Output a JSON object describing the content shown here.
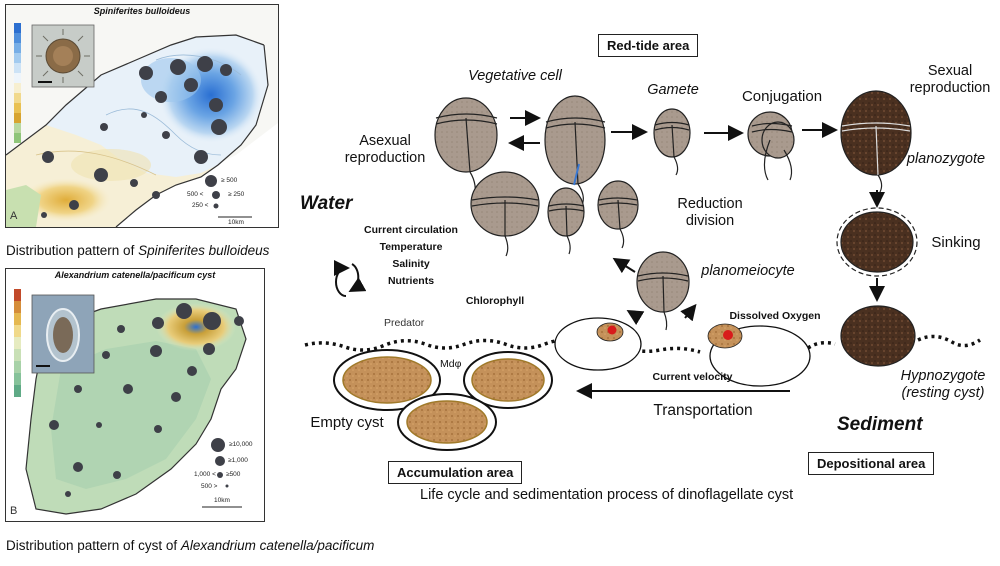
{
  "map_a": {
    "title": "Spiniferites bulloideus",
    "letter": "A",
    "legend": [
      "≥ 500",
      "≥ 250",
      "500 <",
      "250 <"
    ],
    "scale": "10km",
    "caption_prefix": "Distribution pattern of ",
    "caption_species": "Spiniferites bulloideus",
    "color_scale": [
      "#2c6fd0",
      "#4f8fdc",
      "#77aee6",
      "#a3cbef",
      "#cde3f6",
      "#eef5fb",
      "#f7efd0",
      "#f1d98d",
      "#e9c153",
      "#d7a430",
      "#b8d8a0",
      "#8fc57a"
    ]
  },
  "map_b": {
    "title": "Alexandrium catenella/pacificum cyst",
    "letter": "B",
    "legend": [
      "≥10,000",
      "≥1,000",
      "1,000 <",
      "≥500",
      "500 >"
    ],
    "scale": "10km",
    "caption_prefix": "Distribution pattern of cyst of ",
    "caption_species": "Alexandrium catenella/pacificum"
  },
  "diagram": {
    "red_tide_area": "Red-tide area",
    "vegetative_cell": "Vegetative cell",
    "gamete": "Gamete",
    "conjugation": "Conjugation",
    "sexual_reproduction": "Sexual reproduction",
    "planozygote": "planozygote",
    "asexual_reproduction": "Asexual reproduction",
    "reduction_division": "Reduction division",
    "planomeiocyte": "planomeiocyte",
    "sinking": "Sinking",
    "water": "Water",
    "factors": [
      "Current circulation",
      "Temperature",
      "Salinity",
      "Nutrients"
    ],
    "chlorophyll": "Chlorophyll",
    "predator": "Predator",
    "dissolved_oxygen": "Dissolved Oxygen",
    "mdphi": "Mdφ",
    "current_velocity": "Current velocity",
    "transportation": "Transportation",
    "empty_cyst": "Empty cyst",
    "hypnozygote_line1": "Hypnozygote",
    "hypnozygote_line2": "(resting cyst)",
    "sediment": "Sediment",
    "accumulation_area": "Accumulation area",
    "depositional_area": "Depositional area",
    "caption": "Life cycle and sedimentation process of dinoflagellate cyst"
  },
  "colors": {
    "cell_grey": "#a99a8e",
    "zygote_brown": "#4a3020",
    "cyst_tan": "#c4915a",
    "red_core": "#d81b1b",
    "map_land": "#f4f4f0"
  }
}
